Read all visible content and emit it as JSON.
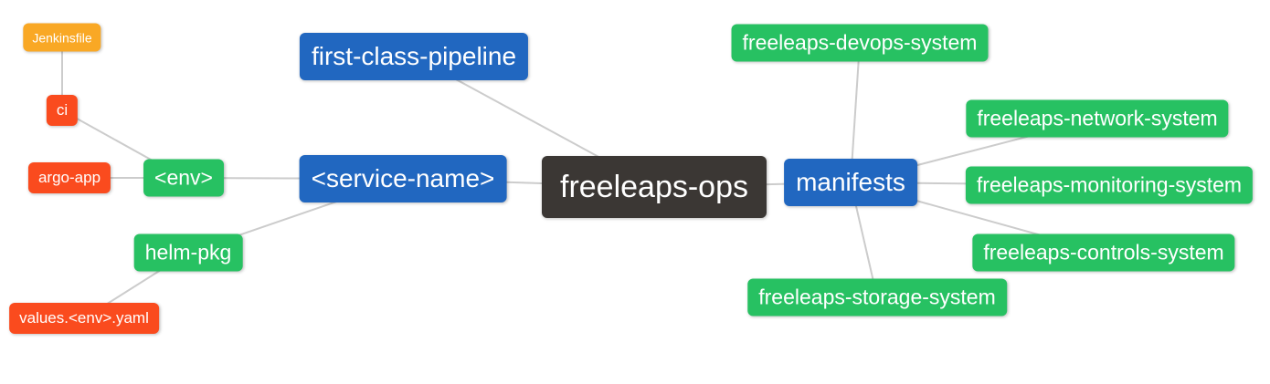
{
  "diagram": {
    "type": "mindmap",
    "root_label": "freeleaps-ops",
    "colors": {
      "root_bg": "#3B3734",
      "branch_blue_bg": "#2167C0",
      "leaf_green_bg": "#27C162",
      "leaf_red_bg": "#FA4B1E",
      "leaf_orange_bg": "#F9A825",
      "node_text": "#FFFFFF",
      "connector": "#CCCCCC",
      "background": "#FFFFFF"
    },
    "nodes": [
      {
        "id": "jenkinsfile",
        "label": "Jenkinsfile",
        "color": "orange"
      },
      {
        "id": "ci",
        "label": "ci",
        "color": "red"
      },
      {
        "id": "argo-app",
        "label": "argo-app",
        "color": "red"
      },
      {
        "id": "env",
        "label": "<env>",
        "color": "green"
      },
      {
        "id": "helm-pkg",
        "label": "helm-pkg",
        "color": "green"
      },
      {
        "id": "values-env-yaml",
        "label": "values.<env>.yaml",
        "color": "red"
      },
      {
        "id": "first-class-pipeline",
        "label": "first-class-pipeline",
        "color": "blue"
      },
      {
        "id": "service-name",
        "label": "<service-name>",
        "color": "blue"
      },
      {
        "id": "freeleaps-ops",
        "label": "freeleaps-ops",
        "color": "root"
      },
      {
        "id": "manifests",
        "label": "manifests",
        "color": "blue"
      },
      {
        "id": "freeleaps-devops-system",
        "label": "freeleaps-devops-system",
        "color": "green"
      },
      {
        "id": "freeleaps-network-system",
        "label": "freeleaps-network-system",
        "color": "green"
      },
      {
        "id": "freeleaps-monitoring-system",
        "label": "freeleaps-monitoring-system",
        "color": "green"
      },
      {
        "id": "freeleaps-controls-system",
        "label": "freeleaps-controls-system",
        "color": "green"
      },
      {
        "id": "freeleaps-storage-system",
        "label": "freeleaps-storage-system",
        "color": "green"
      }
    ],
    "edges": [
      {
        "from": "jenkinsfile",
        "to": "ci"
      },
      {
        "from": "ci",
        "to": "env"
      },
      {
        "from": "argo-app",
        "to": "env"
      },
      {
        "from": "env",
        "to": "service-name"
      },
      {
        "from": "helm-pkg",
        "to": "service-name"
      },
      {
        "from": "values-env-yaml",
        "to": "helm-pkg"
      },
      {
        "from": "first-class-pipeline",
        "to": "freeleaps-ops"
      },
      {
        "from": "service-name",
        "to": "freeleaps-ops"
      },
      {
        "from": "freeleaps-ops",
        "to": "manifests"
      },
      {
        "from": "manifests",
        "to": "freeleaps-devops-system"
      },
      {
        "from": "manifests",
        "to": "freeleaps-network-system"
      },
      {
        "from": "manifests",
        "to": "freeleaps-monitoring-system"
      },
      {
        "from": "manifests",
        "to": "freeleaps-controls-system"
      },
      {
        "from": "manifests",
        "to": "freeleaps-storage-system"
      }
    ]
  }
}
